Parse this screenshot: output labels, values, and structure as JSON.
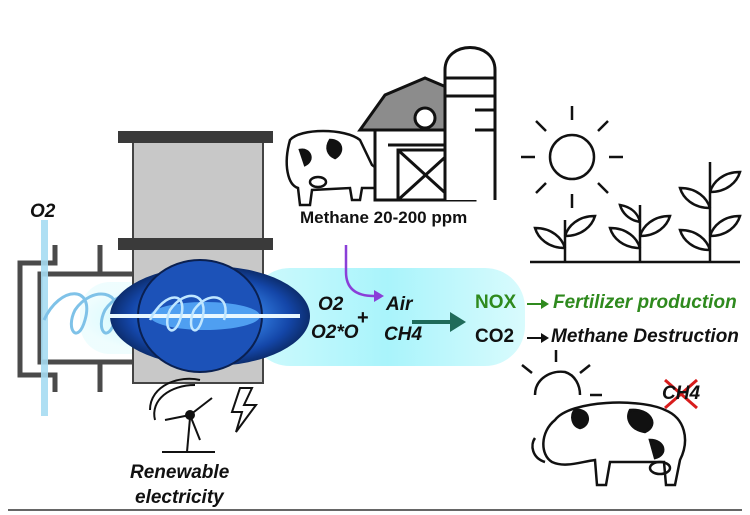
{
  "labels": {
    "o2_inlet": "O2",
    "methane_range": "Methane 20-200 ppm",
    "plasma_species_line1": "O2",
    "plasma_species_line2": "O2*O",
    "plus": "+",
    "air": "Air",
    "ch4": "CH4",
    "nox": "NOX",
    "co2": "CO2",
    "fertilizer": "Fertilizer production",
    "methane_destruction": "Methane Destruction",
    "crossed_ch4": "CH4",
    "renewable_line1": "Renewable",
    "renewable_line2": "electricity"
  },
  "colors": {
    "glow": "#a9f4fb",
    "plasma_core": "#1a56c4",
    "reactor_gray": "#c8c8c8",
    "arrow_purple": "#8a3fd8",
    "arrow_teal": "#1f6b5a",
    "fertilizer_green": "#2f8a1e",
    "cross_red": "#d81c1c",
    "ink": "#111111"
  },
  "icons": [
    "oxygen-coil-icon",
    "cow-icon",
    "barn-icon",
    "silo-icon",
    "sun-icon",
    "plant-icon",
    "wind-turbine-icon",
    "lightning-icon",
    "reaction-arrow-icon"
  ]
}
